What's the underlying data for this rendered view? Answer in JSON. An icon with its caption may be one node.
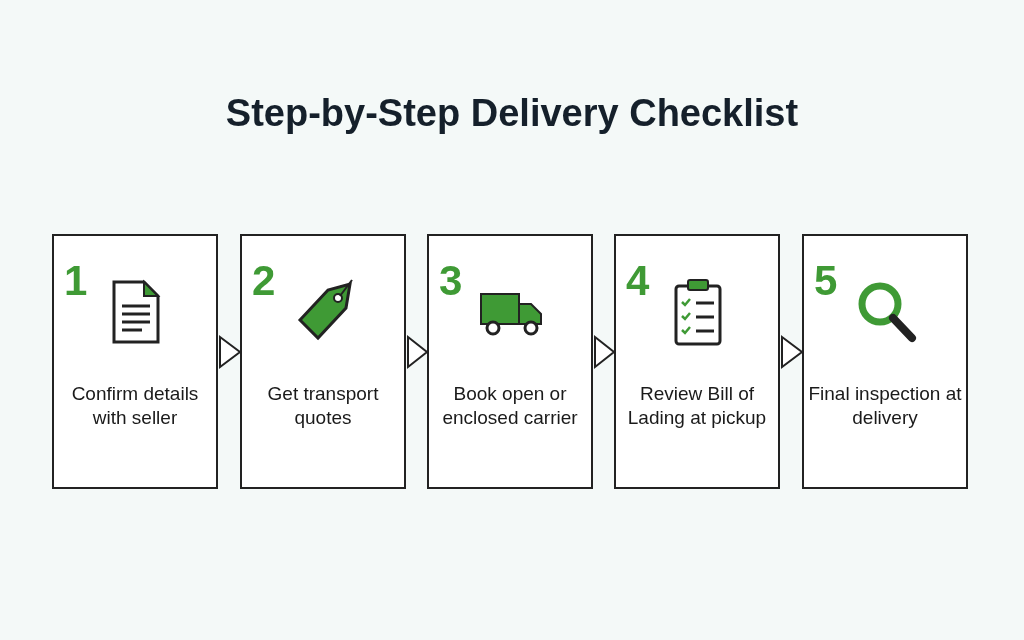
{
  "diagram": {
    "title": "Step-by-Step Delivery Checklist",
    "nodes": [
      {
        "text": [
          "1",
          "Confirm details with seller"
        ]
      },
      {
        "text": [
          "2",
          "Get transport quotes"
        ]
      },
      {
        "text": [
          "3",
          "Book open or enclosed carrier"
        ]
      },
      {
        "text": [
          "4",
          "Review Bill of Lading at pickup"
        ]
      },
      {
        "text": [
          "5",
          "Final inspection at delivery"
        ]
      }
    ],
    "edges": [
      {
        "from": 0,
        "to": 1,
        "arrow": "to"
      },
      {
        "from": 1,
        "to": 2,
        "arrow": "to"
      },
      {
        "from": 2,
        "to": 3,
        "arrow": "to"
      },
      {
        "from": 3,
        "to": 4,
        "arrow": "to"
      }
    ]
  }
}
